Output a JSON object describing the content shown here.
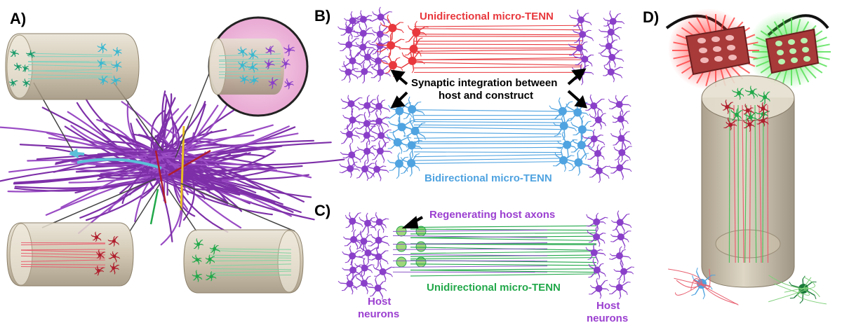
{
  "panels": {
    "a": {
      "label": "A)"
    },
    "b": {
      "label": "B)",
      "unidirectional_title": "Unidirectional micro-TENN",
      "integration_text_line1": "Synaptic integration between",
      "integration_text_line2": "host and construct",
      "bidirectional_title": "Bidirectional micro-TENN"
    },
    "c": {
      "label": "C)",
      "regenerating_label": "Regenerating host axons",
      "unidirectional_title": "Unidirectional micro-TENN",
      "host_left_line1": "Host",
      "host_left_line2": "neurons",
      "host_right_line1": "Host",
      "host_right_line2": "neurons"
    },
    "d": {
      "label": "D)"
    }
  },
  "colors": {
    "host_purple": "#8a3fc9",
    "uni_red": "#e8383d",
    "bi_blue": "#4fa3e0",
    "regen_green": "#22a84a",
    "label_purple": "#9b3fd0",
    "tube": "#b8a98f"
  }
}
